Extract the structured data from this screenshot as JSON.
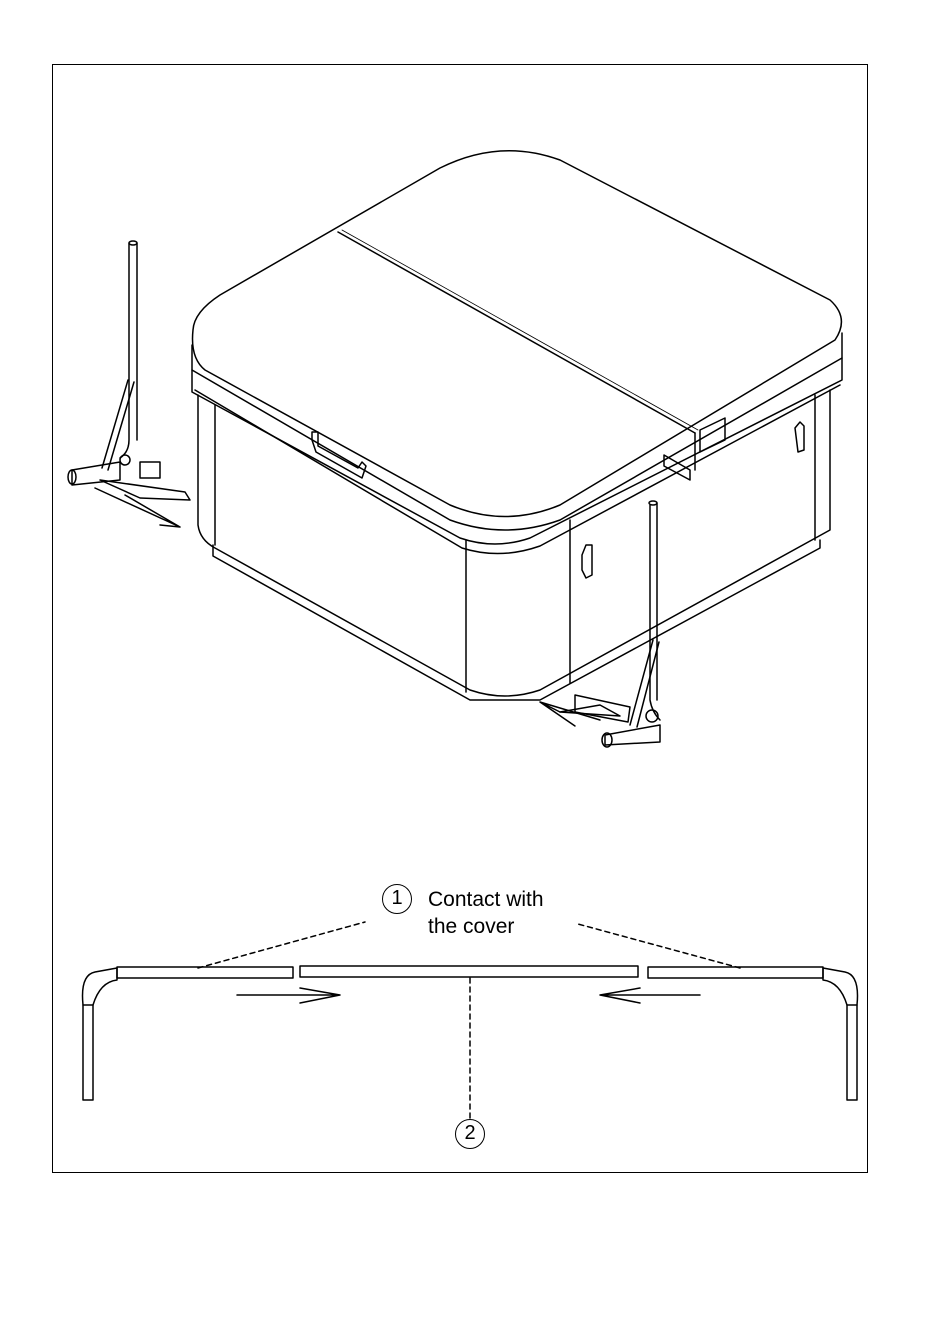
{
  "callouts": [
    {
      "number": "1",
      "text_line1": "Contact with",
      "text_line2": "the cover"
    },
    {
      "number": "2"
    }
  ],
  "colors": {
    "line": "#000000",
    "background": "#ffffff",
    "fill": "#ffffff"
  }
}
